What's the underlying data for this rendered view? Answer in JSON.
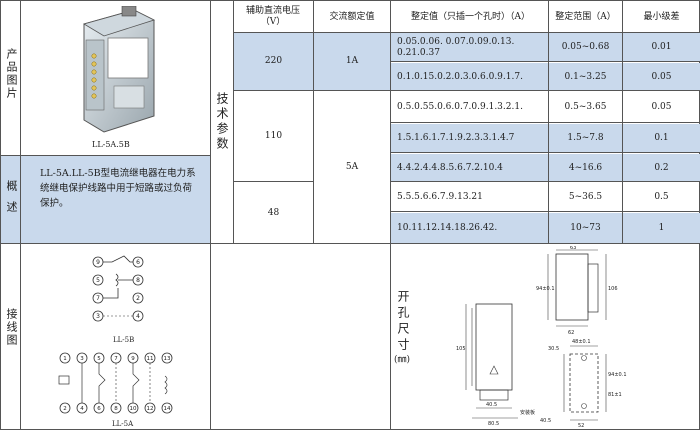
{
  "left": {
    "product_image_label": "产品图片",
    "product_model": "LL-5A.5B",
    "overview_label": "概述",
    "overview_text": "LL-5A.LL-5B型电流继电器在电力系统继电保护线路中用于短路或过负荷保护。",
    "wiring_label": "接线图",
    "wiring_caption_top": "LL-5B",
    "wiring_caption_bottom": "LL-5A"
  },
  "tech": {
    "section_label": "技术参数",
    "headers": {
      "dc_voltage": "辅助直流电压（V）",
      "ac_rated": "交流额定值",
      "setting_values": "整定值（只插一个孔时）（A）",
      "setting_range": "整定范围（A）",
      "min_step": "最小级差"
    },
    "dc_groups": [
      "220",
      "110",
      "48"
    ],
    "ac_groups": [
      "1A",
      "5A"
    ],
    "rows": [
      {
        "values": "0.05.0.06. 0.07.0.09.0.13. 0.21.0.37",
        "range": "0.05~0.68",
        "step": "0.01"
      },
      {
        "values": "0.1.0.15.0.2.0.3.0.6.0.9.1.7.",
        "range": "0.1~3.25",
        "step": "0.05"
      },
      {
        "values": "0.5.0.55.0.6.0.7.0.9.1.3.2.1.",
        "range": "0.5~3.65",
        "step": "0.05"
      },
      {
        "values": "1.5.1.6.1.7.1.9.2.3.3.1.4.7",
        "range": "1.5~7.8",
        "step": "0.1"
      },
      {
        "values": "4.4.2.4.4.8.5.6.7.2.10.4",
        "range": "4~16.6",
        "step": "0.2"
      },
      {
        "values": "5.5.5.6.6.7.9.13.21",
        "range": "5~36.5",
        "step": "0.5"
      },
      {
        "values": "10.11.12.14.18.26.42.",
        "range": "10~73",
        "step": "1"
      }
    ]
  },
  "cutout": {
    "section_label": "开孔尺寸",
    "unit": "(㎜)",
    "dims": {
      "w_top": "63",
      "h_main": "94±0.1",
      "h_right": "106",
      "w_bottom": "62",
      "h_side": "105",
      "w_mid": "40.5",
      "w_base": "80.5",
      "h_right2": "94±0.1",
      "h_right3": "81±1",
      "w_hole": "48±0.1",
      "w_hole2": "30.5",
      "w_hole3": "40.5",
      "w_bottom2": "52",
      "mount_label": "安装板"
    }
  }
}
